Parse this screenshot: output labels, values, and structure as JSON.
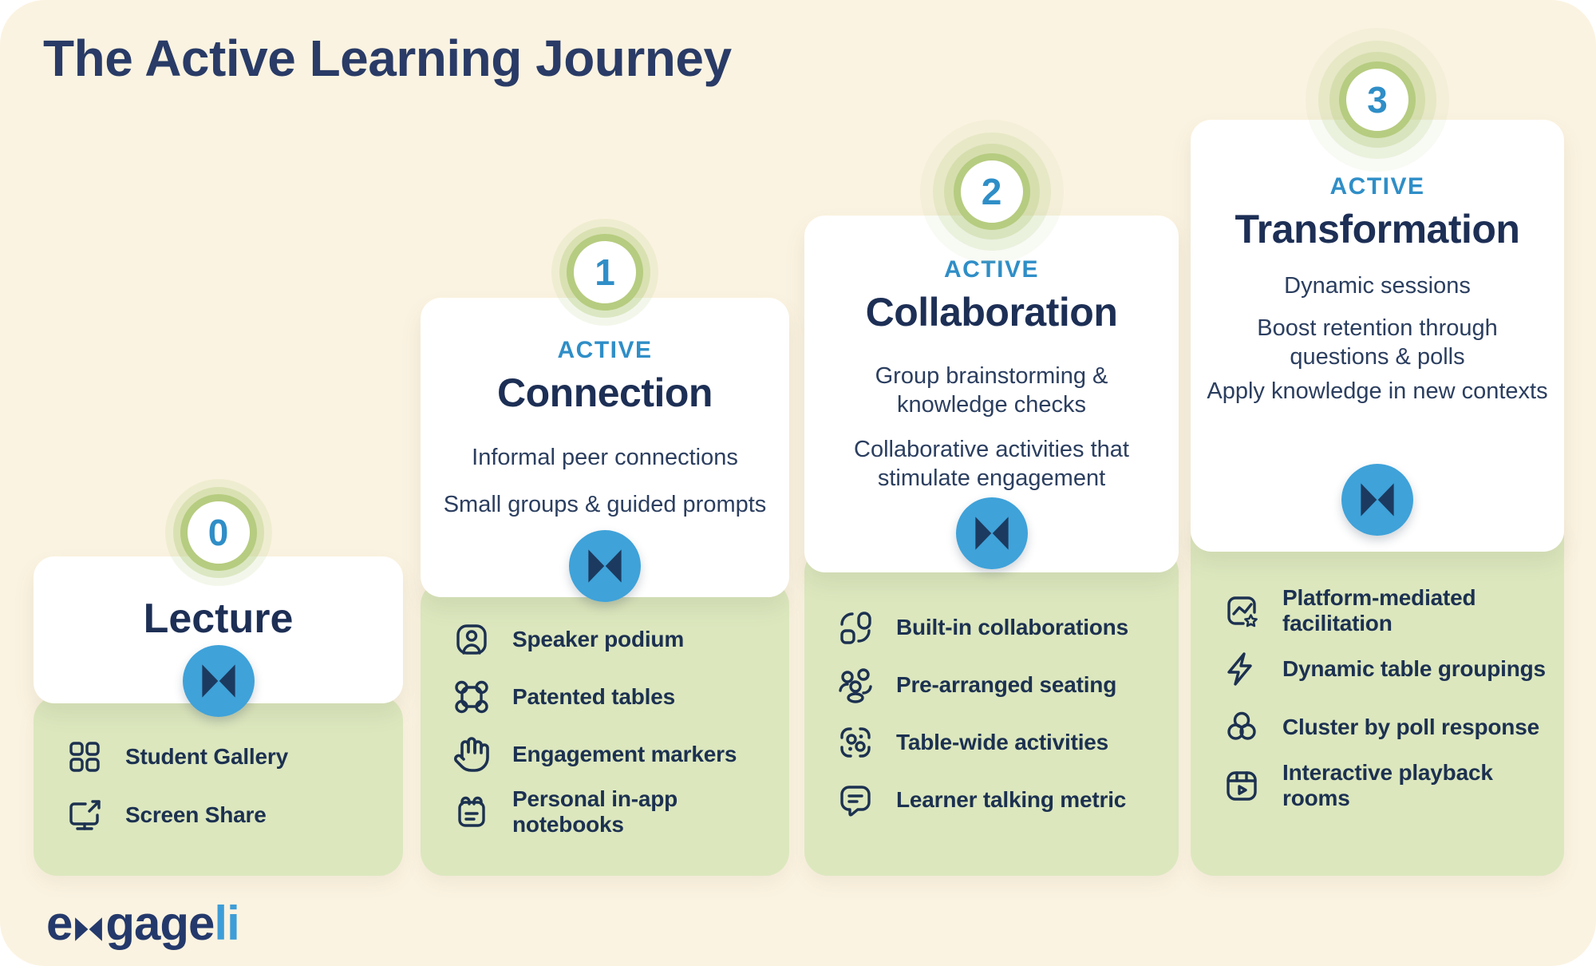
{
  "page": {
    "title": "The Active Learning Journey"
  },
  "brand": {
    "logo_prefix": "e",
    "logo_mid": "gage",
    "logo_suffix": "li",
    "logo_mark": "bowtie-icon"
  },
  "colors": {
    "background": "#FBF3E1",
    "card_white": "#FFFFFF",
    "card_green": "#DCE7BE",
    "badge_ring_green": "#B6CC80",
    "accent_blue": "#2F8EC7",
    "bowtie_circle_blue": "#3FA2D9",
    "bowtie_navy": "#1C3A5F",
    "heading_navy": "#1D2F55",
    "title_navy": "#293B66"
  },
  "stages": [
    {
      "number": "0",
      "title": "Lecture",
      "connector": "bowtie-icon",
      "features": [
        {
          "icon": "student-gallery-icon",
          "label": "Student Gallery"
        },
        {
          "icon": "screen-share-icon",
          "label": "Screen Share"
        }
      ]
    },
    {
      "number": "1",
      "eyebrow": "ACTIVE",
      "title": "Connection",
      "descriptions": [
        "Informal peer connections",
        "Small groups & guided prompts"
      ],
      "connector": "bowtie-icon",
      "features": [
        {
          "icon": "speaker-podium-icon",
          "label": "Speaker podium"
        },
        {
          "icon": "patented-tables-icon",
          "label": "Patented tables"
        },
        {
          "icon": "engagement-markers-icon",
          "label": "Engagement markers"
        },
        {
          "icon": "notebook-icon",
          "label": "Personal in-app notebooks"
        }
      ]
    },
    {
      "number": "2",
      "eyebrow": "ACTIVE",
      "title": "Collaboration",
      "descriptions": [
        "Group brainstorming &\nknowledge checks",
        "Collaborative activities that\nstimulate engagement"
      ],
      "connector": "bowtie-icon",
      "features": [
        {
          "icon": "built-in-collaborations-icon",
          "label": "Built-in collaborations"
        },
        {
          "icon": "pre-arranged-seating-icon",
          "label": "Pre-arranged seating"
        },
        {
          "icon": "table-wide-activities-icon",
          "label": "Table-wide activities"
        },
        {
          "icon": "learner-talking-metric-icon",
          "label": "Learner talking metric"
        }
      ]
    },
    {
      "number": "3",
      "eyebrow": "ACTIVE",
      "title": "Transformation",
      "descriptions": [
        "Dynamic sessions",
        "Boost retention through\nquestions & polls",
        "Apply knowledge in new contexts"
      ],
      "connector": "bowtie-icon",
      "features": [
        {
          "icon": "platform-facilitation-icon",
          "label": "Platform-mediated facilitation"
        },
        {
          "icon": "dynamic-groupings-icon",
          "label": "Dynamic table groupings"
        },
        {
          "icon": "cluster-poll-icon",
          "label": "Cluster by poll response"
        },
        {
          "icon": "playback-rooms-icon",
          "label": "Interactive playback rooms"
        }
      ]
    }
  ]
}
